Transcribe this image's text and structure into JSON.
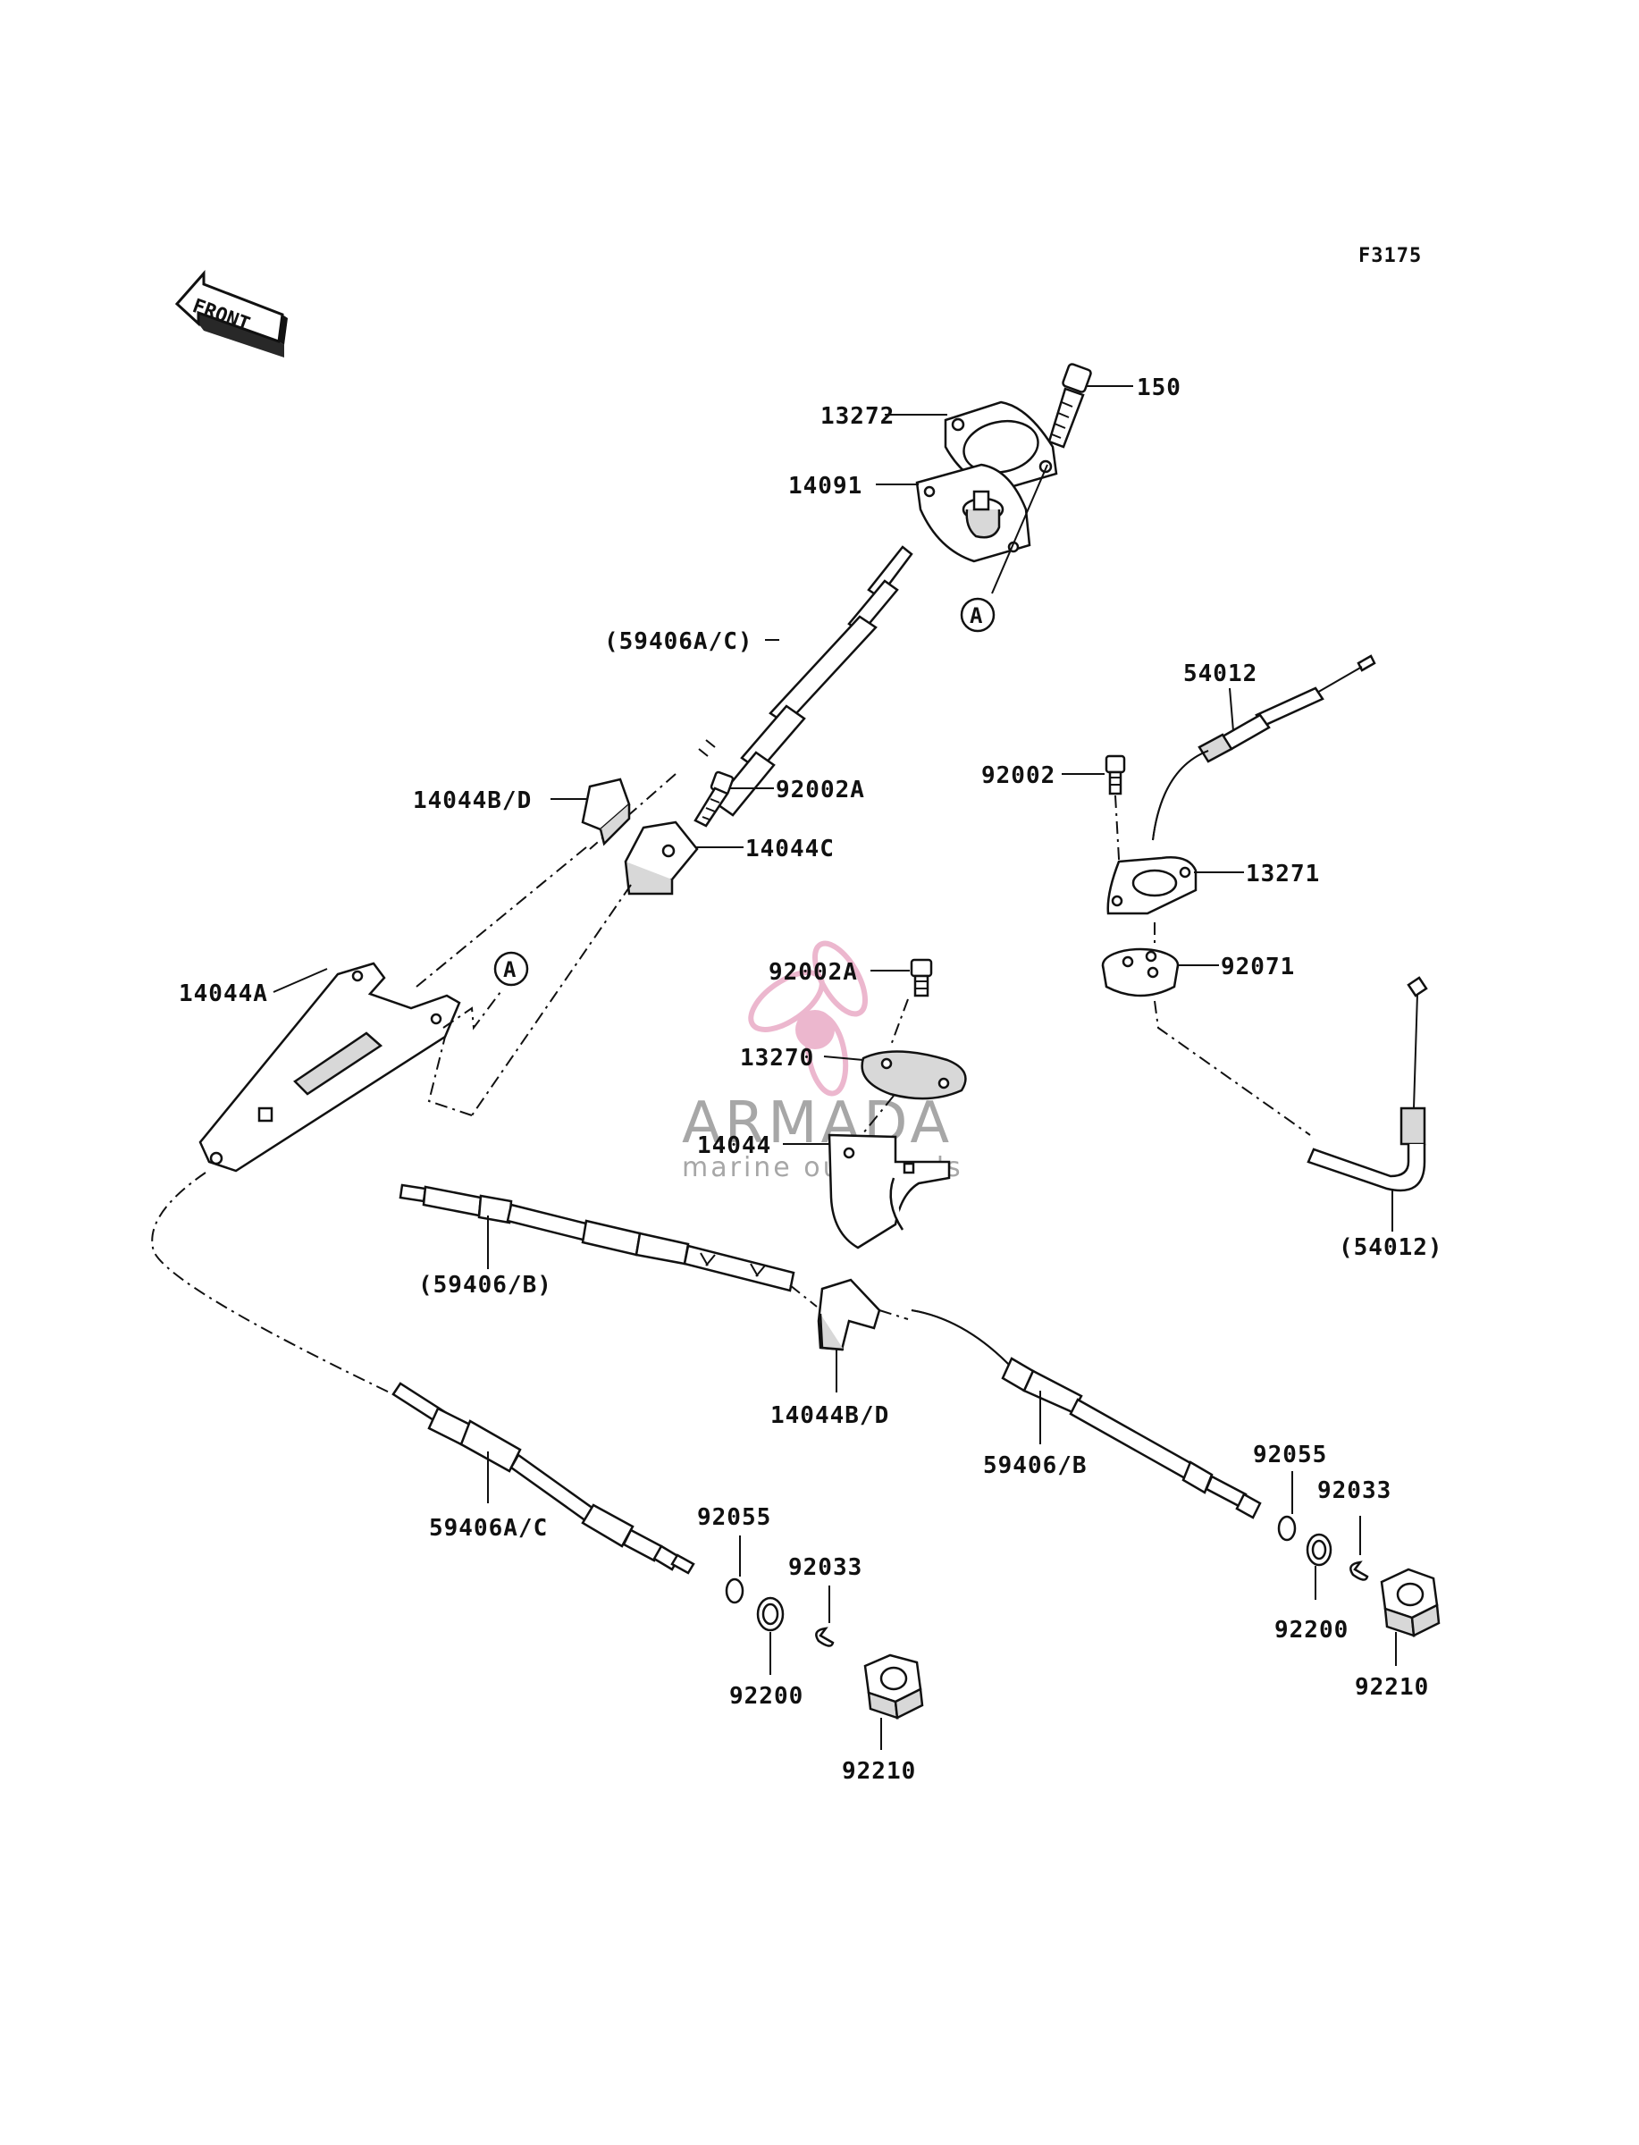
{
  "diagram": {
    "code": "F3175",
    "front_label": "FRONT",
    "ref_marker": "A",
    "watermark": {
      "title": "ARMADA",
      "subtitle": "marine outboards"
    },
    "colors": {
      "line": "#111111",
      "watermark_pink": "#e8a6c3",
      "watermark_gray": "#8a8a8a"
    },
    "labels": {
      "p150": "150",
      "p13272": "13272",
      "p14091": "14091",
      "p59406ac_paren": "(59406A/C)",
      "p54012": "54012",
      "p92002": "92002",
      "p92002a_upper": "92002A",
      "p14044bd_upper": "14044B/D",
      "p14044c": "14044C",
      "p13271": "13271",
      "p14044a": "14044A",
      "p92002a_mid": "92002A",
      "p92071": "92071",
      "p13270": "13270",
      "p14044": "14044",
      "p59406b_paren": "(59406/B)",
      "p54012_paren": "(54012)",
      "p14044bd_lower": "14044B/D",
      "p59406b": "59406/B",
      "p92055_right": "92055",
      "p92033_right": "92033",
      "p59406ac": "59406A/C",
      "p92055_left": "92055",
      "p92033_left": "92033",
      "p92200_right": "92200",
      "p92210_right": "92210",
      "p92200_left": "92200",
      "p92210_left": "92210"
    }
  }
}
